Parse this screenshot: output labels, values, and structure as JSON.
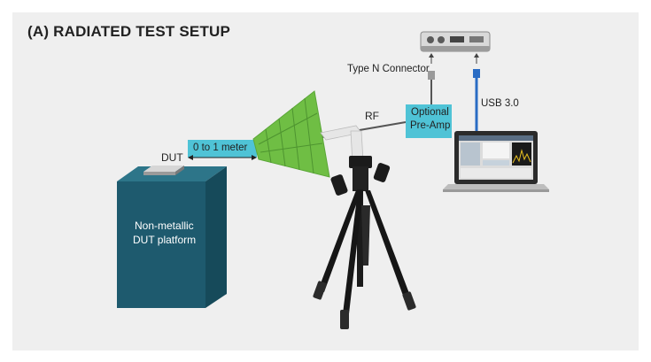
{
  "title": "(A) RADIATED TEST SETUP",
  "labels": {
    "dut": "DUT",
    "distance": "0 to 1 meter",
    "platform_line1": "Non-metallic",
    "platform_line2": "DUT platform",
    "rf": "RF",
    "preamp_line1": "Optional",
    "preamp_line2": "Pre-Amp",
    "type_n": "Type N Connector",
    "usb": "USB 3.0"
  },
  "colors": {
    "background": "#efefef",
    "platform": "#1e5a6e",
    "antenna": "#6fbe44",
    "label_box": "#4fc3d6",
    "usb_cable": "#2a6cc4",
    "rf_cable": "#555555"
  },
  "icons": {
    "device": "spectrum-analyzer-icon",
    "computer": "laptop-icon",
    "stand": "tripod-icon",
    "antenna": "log-periodic-antenna-icon"
  }
}
